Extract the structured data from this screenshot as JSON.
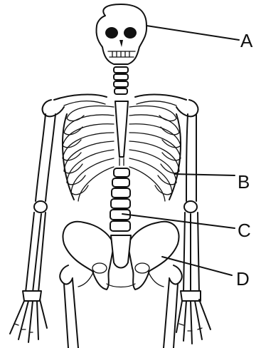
{
  "labels": [
    {
      "id": "A",
      "text": "A"
    },
    {
      "id": "B",
      "text": "B"
    },
    {
      "id": "C",
      "text": "C"
    },
    {
      "id": "D",
      "text": "D"
    }
  ]
}
